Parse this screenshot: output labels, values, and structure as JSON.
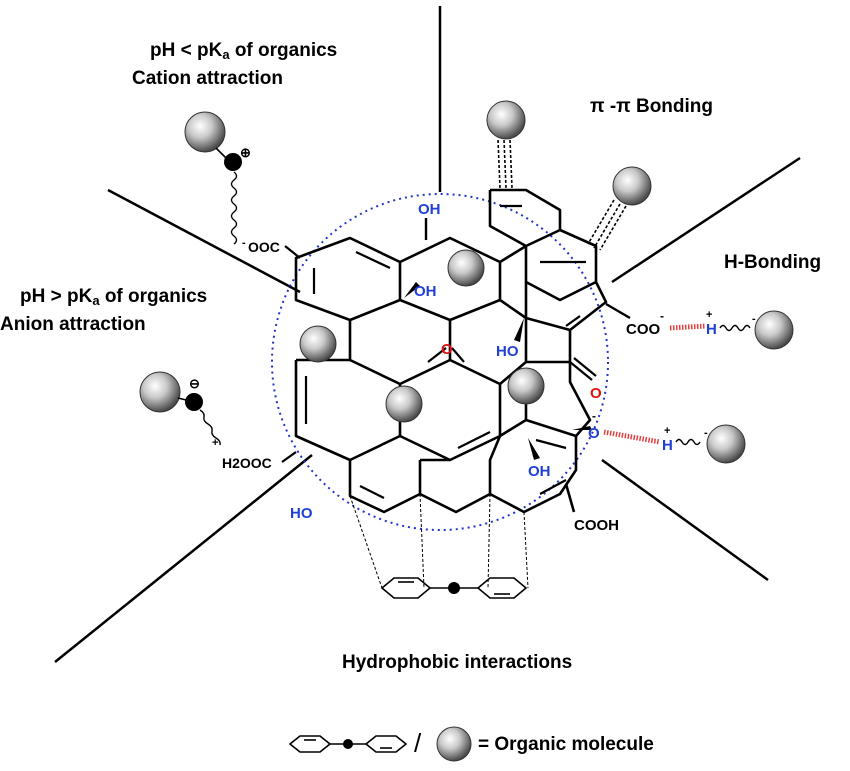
{
  "labels": {
    "cation_line1_pre": "pH < pK",
    "cation_line1_sub": "a",
    "cation_line1_post": " of organics",
    "cation_line2": "Cation attraction",
    "anion_line1_pre": "pH > pK",
    "anion_line1_sub": "a",
    "anion_line1_post": " of organics",
    "anion_line2": "Anion attraction",
    "pi_pi": "π -π  Bonding",
    "h_bonding": "H-Bonding",
    "hydrophobic": "Hydrophobic interactions",
    "legend_slash": "/",
    "legend_text": "= Organic molecule"
  },
  "groups": {
    "oh_top": "OH",
    "oh_mid": "OH",
    "ho_center": "HO",
    "epoxy_o": "O",
    "ketone_o": "O",
    "oh_lower": "OH",
    "ho_bottom": "HO",
    "cooh": "COOH",
    "coo_minus": "COO",
    "minus": "-",
    "ooc": "OOC",
    "h2ooc": "H2OOC",
    "o_minus": "O",
    "h_donor": "H",
    "plus": "+",
    "plus_circle": "⊕",
    "minus_circle": "⊖"
  },
  "colors": {
    "functional_group_blue": "#1f3fd6",
    "ketone_red": "#e01010",
    "hbond_red": "#e04040",
    "boundary_dotted_blue": "#2233cc"
  }
}
